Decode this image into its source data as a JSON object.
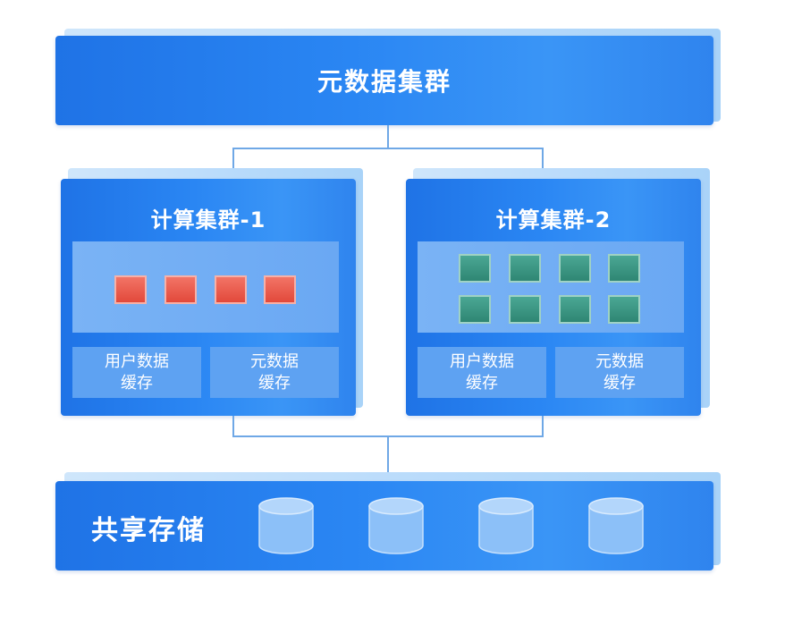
{
  "metadata_cluster": {
    "title": "元数据集群"
  },
  "compute_clusters": [
    {
      "title": "计算集群-1",
      "node_count": 4,
      "node_color": "#e2493b",
      "caches": [
        {
          "line1": "用户数据",
          "line2": "缓存"
        },
        {
          "line1": "元数据",
          "line2": "缓存"
        }
      ]
    },
    {
      "title": "计算集群-2",
      "node_count": 8,
      "node_color": "#2f8673",
      "caches": [
        {
          "line1": "用户数据",
          "line2": "缓存"
        },
        {
          "line1": "元数据",
          "line2": "缓存"
        }
      ]
    }
  ],
  "shared_storage": {
    "title": "共享存储",
    "disk_count": 4
  },
  "colors": {
    "primary_blue": "#2a86f3",
    "connector": "#6fa8e6",
    "panel_light": "#6aa8f3"
  }
}
